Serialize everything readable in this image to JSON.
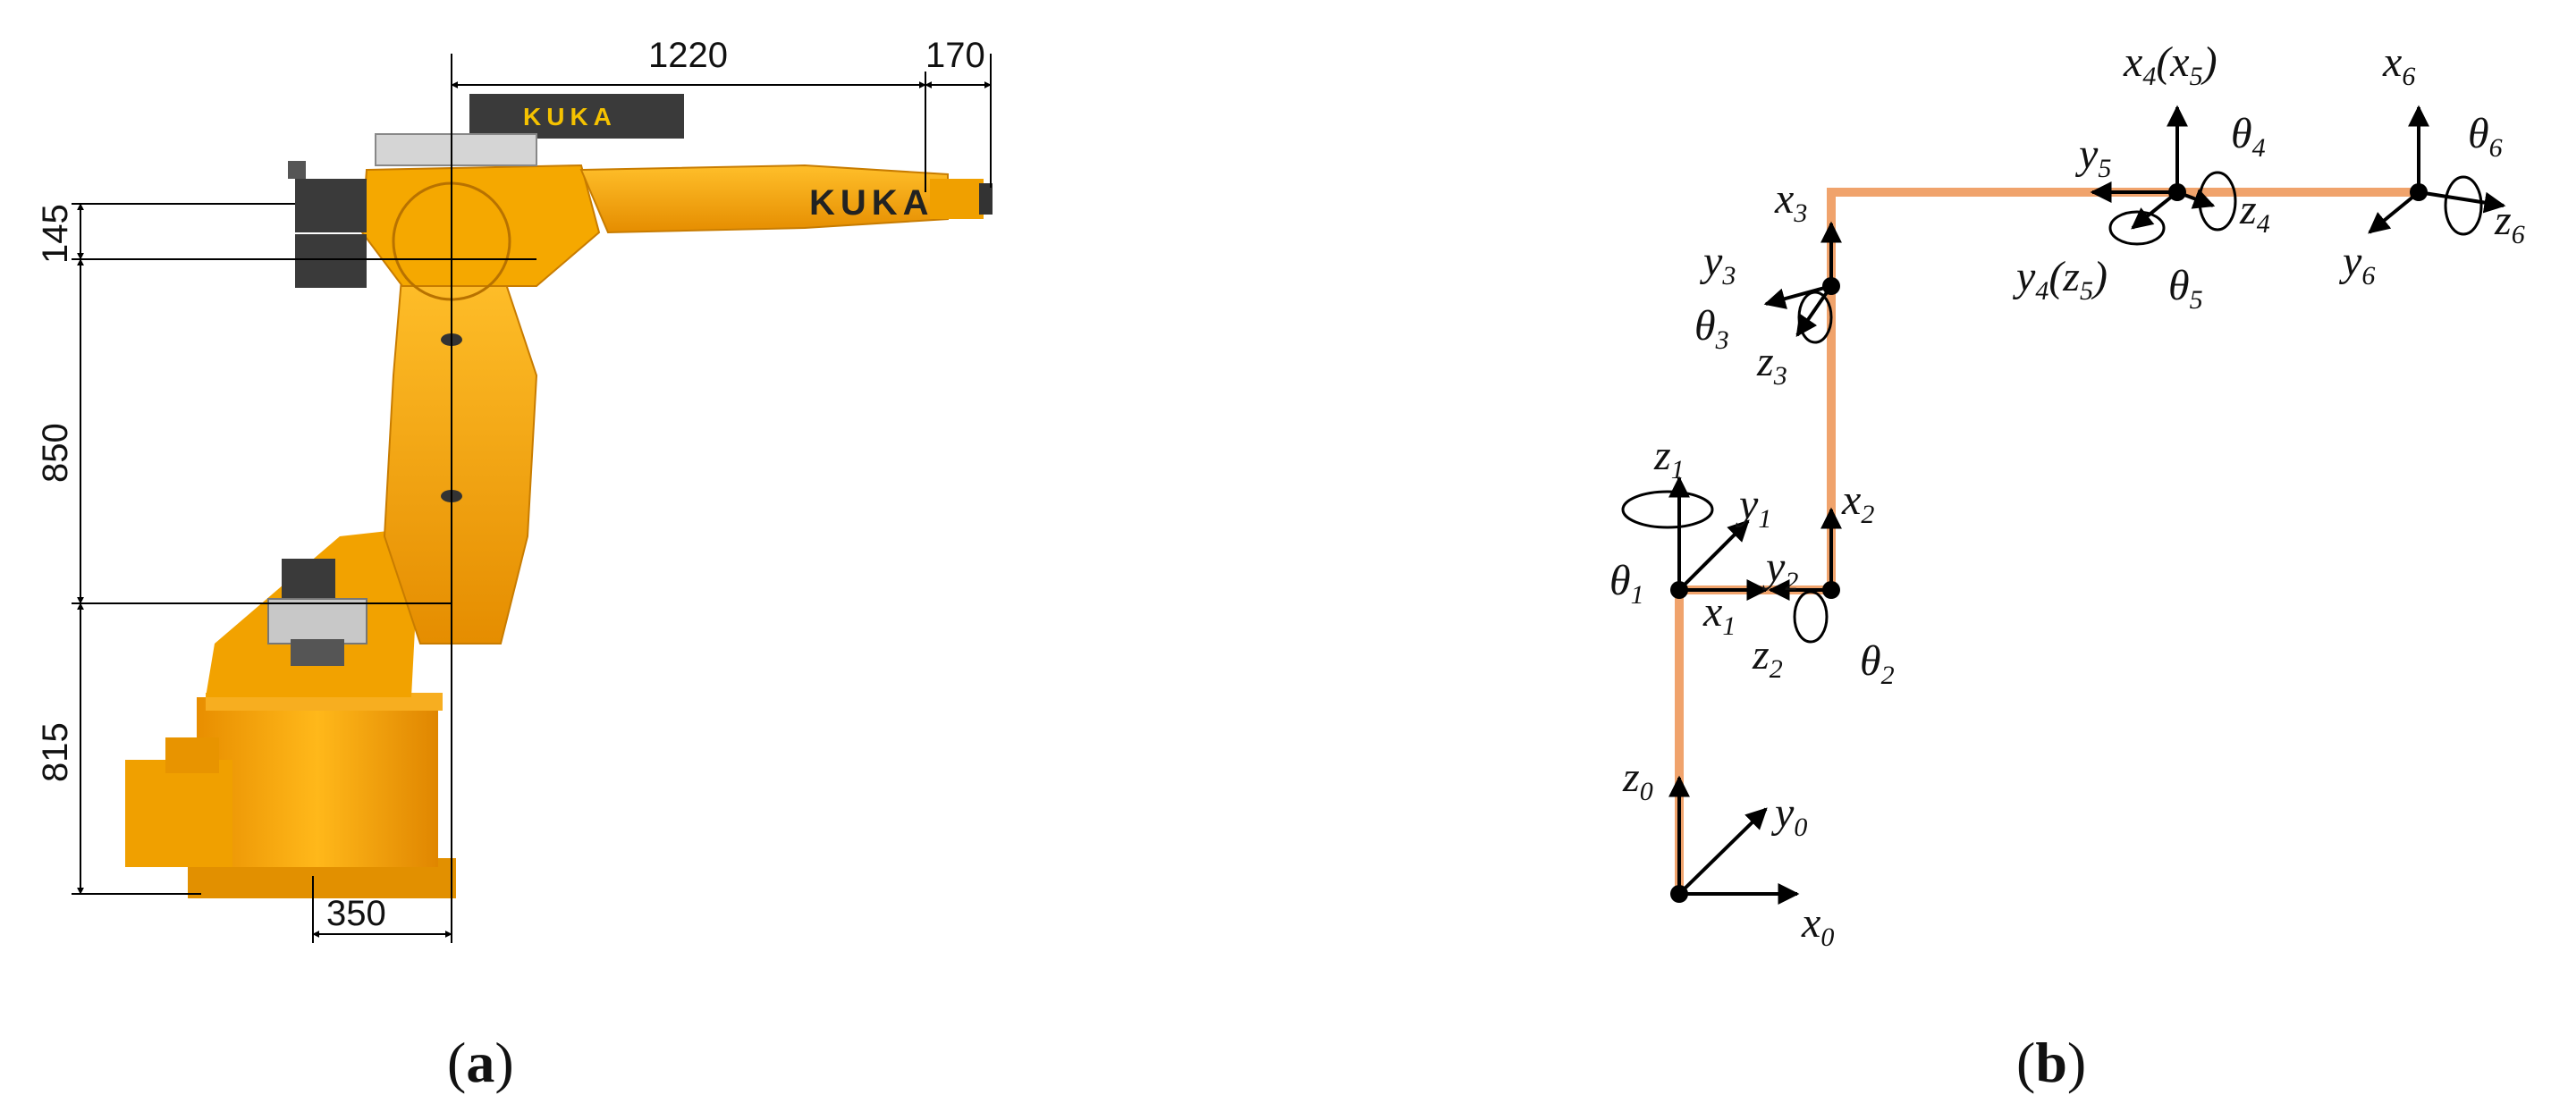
{
  "panel_a": {
    "brand": "KUKA",
    "dimensions": {
      "reach": "1220",
      "flange": "170",
      "offset_a": "145",
      "arm_length": "850",
      "base_height": "815",
      "base_offset": "350"
    },
    "caption": {
      "open": "(",
      "letter": "a",
      "close": ")"
    }
  },
  "panel_b": {
    "frames": [
      {
        "id": "0",
        "z": "z",
        "z_sub": "0",
        "y": "y",
        "y_sub": "0",
        "x": "x",
        "x_sub": "0"
      },
      {
        "id": "1",
        "z": "z",
        "z_sub": "1",
        "y": "y",
        "y_sub": "1",
        "x": "x",
        "x_sub": "1",
        "theta": "θ",
        "theta_sub": "1"
      },
      {
        "id": "2",
        "z": "z",
        "z_sub": "2",
        "y": "y",
        "y_sub": "2",
        "x": "x",
        "x_sub": "2",
        "theta": "θ",
        "theta_sub": "2"
      },
      {
        "id": "3",
        "z": "z",
        "z_sub": "3",
        "y": "y",
        "y_sub": "3",
        "x": "x",
        "x_sub": "3",
        "theta": "θ",
        "theta_sub": "3"
      },
      {
        "id": "4",
        "x_label": "x",
        "x_sub": "4",
        "x_alt": "x",
        "x_alt_sub": "5",
        "y": "y",
        "y_sub": "4",
        "y_alt": "z",
        "y_alt_sub": "5",
        "z": "z",
        "z_sub": "4",
        "theta": "θ",
        "theta_sub": "4"
      },
      {
        "id": "5",
        "y": "y",
        "y_sub": "5",
        "theta": "θ",
        "theta_sub": "5"
      },
      {
        "id": "6",
        "x": "x",
        "x_sub": "6",
        "y": "y",
        "y_sub": "6",
        "z": "z",
        "z_sub": "6",
        "theta": "θ",
        "theta_sub": "6"
      }
    ],
    "caption": {
      "open": "(",
      "letter": "b",
      "close": ")"
    }
  },
  "colors": {
    "robot_orange": "#f5a100",
    "robot_dark": "#d98a00",
    "link_line": "#f0a36c",
    "motor_gray": "#3a3a3a",
    "plate_gray": "#c8c8c8"
  }
}
